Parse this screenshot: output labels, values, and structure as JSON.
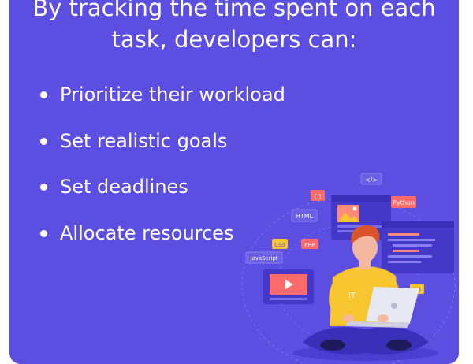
{
  "heading": {
    "line1": "By tracking the time spent on each",
    "line2": "task, developers can:"
  },
  "benefits": [
    "Prioritize their workload",
    "Set realistic goals",
    "Set deadlines",
    "Allocate resources"
  ],
  "illustration": {
    "tags": {
      "code": "</>",
      "brackets": "( )",
      "html": "HTML",
      "python": "Python",
      "css": "CSS",
      "php": "PHP",
      "javascript": "JavaScript",
      "braces": "{ }"
    },
    "shirt_label": "IT"
  },
  "colors": {
    "card_background": "#5b4ee0",
    "text": "#ffffff",
    "shirt": "#f7c52f",
    "hair": "#d9542b",
    "pants": "#3a2fb8"
  }
}
